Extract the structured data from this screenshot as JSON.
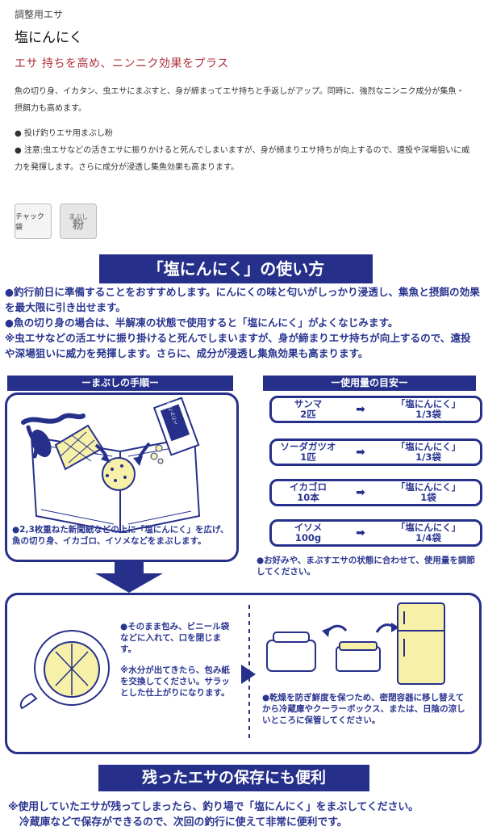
{
  "header": {
    "category": "調整用エサ",
    "product_name": "塩にんにく",
    "tagline": "エサ 持ちを高め、ニンニク効果をプラス"
  },
  "description": {
    "para1": "魚の切り身、イカタン、虫エサにまぶすと、身が締まってエサ持ちと手返しがアップ。同時に、強烈なニンニク成分が集魚・摂餌力も高めます。",
    "bullet1": "● 投げ釣りエサ用まぶし粉",
    "bullet2": "● 注意:虫エサなどの活きエサに振りかけると死んでしまいますが、身が締まりエサ持ちが向上するので、遠投や深場狙いに威力を発揮します。さらに成分が浸透し集魚効果も高まります。"
  },
  "icons": {
    "bag_label": "チャック袋",
    "powder_top": "まぶし",
    "powder_main": "粉"
  },
  "usage": {
    "banner": "「塩にんにく」の使い方",
    "line1": "●釣行前日に準備することをおすすめします。にんにくの味と匂いがしっかり浸透し、集魚と摂餌の効果を最大限に引き出せます。",
    "line2": "●魚の切り身の場合は、半解凍の状態で使用すると「塩にんにく」がよくなじみます。",
    "line3": "※虫エサなどの活エサに振り掛けると死んでしまいますが、身が締まりエサ持ちが向上するので、遠投や深場狙いに威力を発揮します。さらに、成分が浸透し集魚効果も高まります。"
  },
  "procedure": {
    "header": "ーまぶしの手順ー",
    "step1": "●2,3枚重ねた新聞紙などの上に「塩にんにく」を広げ、魚の切り身、イカゴロ、イソメなどをまぶします。",
    "step2": "●そのまま包み、ビニール袋などに入れて、口を閉じます。",
    "step3": "※水分が出てきたら、包み紙を交換してください。サラッとした仕上がりになります。",
    "step4": "●乾燥を防ぎ鮮度を保つため、密閉容器に移し替えてから冷蔵庫やクーラーボックス、または、日陰の涼しいところに保管してください。",
    "package_text": "塩にんにく"
  },
  "amounts": {
    "header": "ー使用量の目安ー",
    "rows": [
      {
        "bait": "サンマ",
        "qty": "2匹",
        "product": "「塩にんにく」",
        "portion": "1/3袋"
      },
      {
        "bait": "ソーダガツオ",
        "qty": "1匹",
        "product": "「塩にんにく」",
        "portion": "1/3袋"
      },
      {
        "bait": "イカゴロ",
        "qty": "10本",
        "product": "「塩にんにく」",
        "portion": "1袋"
      },
      {
        "bait": "イソメ",
        "qty": "100g",
        "product": "「塩にんにく」",
        "portion": "1/4袋"
      }
    ],
    "note": "●お好みや、まぶすエサの状態に合わせて、使用量を調節してください。"
  },
  "storage": {
    "banner": "残ったエサの保存にも便利",
    "line1": "※使用していたエサが残ってしまったら、釣り場で「塩にんにく」をまぶしてください。",
    "line2": "冷蔵庫などで保存ができるので、次回の釣行に使えて非常に便利です。"
  },
  "colors": {
    "navy": "#26308a",
    "text_blue": "#2a3590",
    "tagline_red": "#b0303a",
    "yellow": "#f7f0a8"
  }
}
